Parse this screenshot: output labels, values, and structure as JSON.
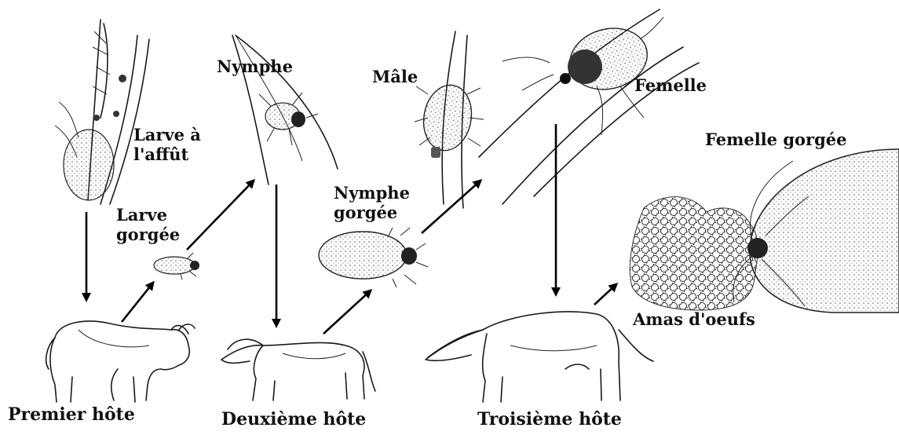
{
  "labels": {
    "larve_affut_line1": "Larve à",
    "larve_affut_line2": "l'affût",
    "larve_gorgee_line1": "Larve",
    "larve_gorgee_line2": "gorgée",
    "nymphe": "Nymphe",
    "nymphe_gorgee_line1": "Nymphe",
    "nymphe_gorgee_line2": "gorgée",
    "male": "Mâle",
    "femelle": "Femelle",
    "femelle_gorgee": "Femelle gorgée",
    "amas_oeufs": "Amas d'oeufs",
    "premier_hote": "Premier hôte",
    "deuxieme_hote": "Deuxième hôte",
    "troisieme_hote": "Troisième hôte"
  }
}
